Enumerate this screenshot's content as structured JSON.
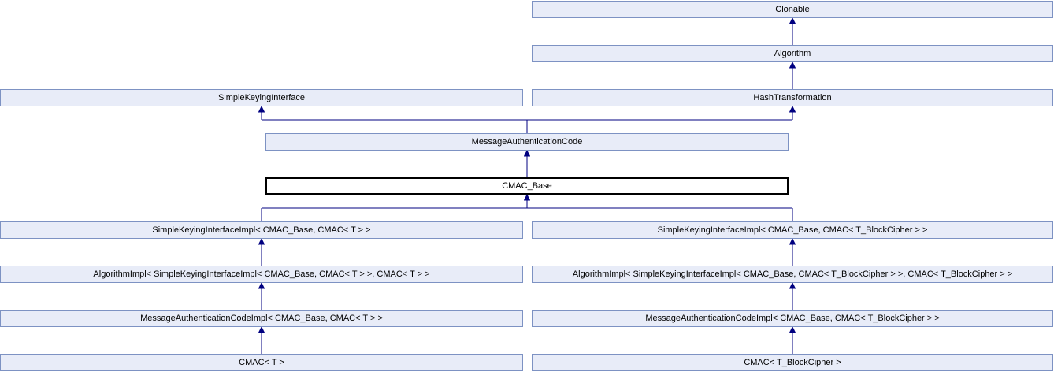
{
  "diagram": {
    "type": "class-inheritance-diagram",
    "focus_class": "CMAC_Base",
    "colors": {
      "background": "#ffffff",
      "node_fill": "#e8ecf8",
      "node_border": "#7d92c3",
      "focus_node_fill": "#ffffff",
      "focus_node_border": "#000000",
      "edge": "#000080",
      "text": "#000000"
    },
    "nodes": {
      "clonable": {
        "label": "Clonable"
      },
      "algorithm": {
        "label": "Algorithm"
      },
      "simple_keying_interface": {
        "label": "SimpleKeyingInterface"
      },
      "hash_transformation": {
        "label": "HashTransformation"
      },
      "message_authentication_code": {
        "label": "MessageAuthenticationCode"
      },
      "cmac_base": {
        "label": "CMAC_Base"
      },
      "simple_keying_interface_impl_t": {
        "label": "SimpleKeyingInterfaceImpl< CMAC_Base, CMAC< T > >"
      },
      "simple_keying_interface_impl_tbc": {
        "label": "SimpleKeyingInterfaceImpl< CMAC_Base, CMAC< T_BlockCipher > >"
      },
      "algorithm_impl_t": {
        "label": "AlgorithmImpl< SimpleKeyingInterfaceImpl< CMAC_Base, CMAC< T > >, CMAC< T > >"
      },
      "algorithm_impl_tbc": {
        "label": "AlgorithmImpl< SimpleKeyingInterfaceImpl< CMAC_Base, CMAC< T_BlockCipher > >, CMAC< T_BlockCipher > >"
      },
      "message_authentication_code_impl_t": {
        "label": "MessageAuthenticationCodeImpl< CMAC_Base, CMAC< T > >"
      },
      "message_authentication_code_impl_tbc": {
        "label": "MessageAuthenticationCodeImpl< CMAC_Base, CMAC< T_BlockCipher > >"
      },
      "cmac_t": {
        "label": "CMAC< T >"
      },
      "cmac_tbc": {
        "label": "CMAC< T_BlockCipher >"
      }
    },
    "edges": [
      {
        "from": "Algorithm",
        "to": "Clonable"
      },
      {
        "from": "HashTransformation",
        "to": "Algorithm"
      },
      {
        "from": "MessageAuthenticationCode",
        "to": "SimpleKeyingInterface"
      },
      {
        "from": "MessageAuthenticationCode",
        "to": "HashTransformation"
      },
      {
        "from": "CMAC_Base",
        "to": "MessageAuthenticationCode"
      },
      {
        "from": "SimpleKeyingInterfaceImpl< CMAC_Base, CMAC< T > >",
        "to": "CMAC_Base"
      },
      {
        "from": "SimpleKeyingInterfaceImpl< CMAC_Base, CMAC< T_BlockCipher > >",
        "to": "CMAC_Base"
      },
      {
        "from": "AlgorithmImpl< SimpleKeyingInterfaceImpl< CMAC_Base, CMAC< T > >, CMAC< T > >",
        "to": "SimpleKeyingInterfaceImpl< CMAC_Base, CMAC< T > >"
      },
      {
        "from": "AlgorithmImpl< SimpleKeyingInterfaceImpl< CMAC_Base, CMAC< T_BlockCipher > >, CMAC< T_BlockCipher > >",
        "to": "SimpleKeyingInterfaceImpl< CMAC_Base, CMAC< T_BlockCipher > >"
      },
      {
        "from": "MessageAuthenticationCodeImpl< CMAC_Base, CMAC< T > >",
        "to": "AlgorithmImpl< SimpleKeyingInterfaceImpl< CMAC_Base, CMAC< T > >, CMAC< T > >"
      },
      {
        "from": "MessageAuthenticationCodeImpl< CMAC_Base, CMAC< T_BlockCipher > >",
        "to": "AlgorithmImpl< SimpleKeyingInterfaceImpl< CMAC_Base, CMAC< T_BlockCipher > >, CMAC< T_BlockCipher > >"
      },
      {
        "from": "CMAC< T >",
        "to": "MessageAuthenticationCodeImpl< CMAC_Base, CMAC< T > >"
      },
      {
        "from": "CMAC< T_BlockCipher >",
        "to": "MessageAuthenticationCodeImpl< CMAC_Base, CMAC< T_BlockCipher > >"
      }
    ]
  }
}
